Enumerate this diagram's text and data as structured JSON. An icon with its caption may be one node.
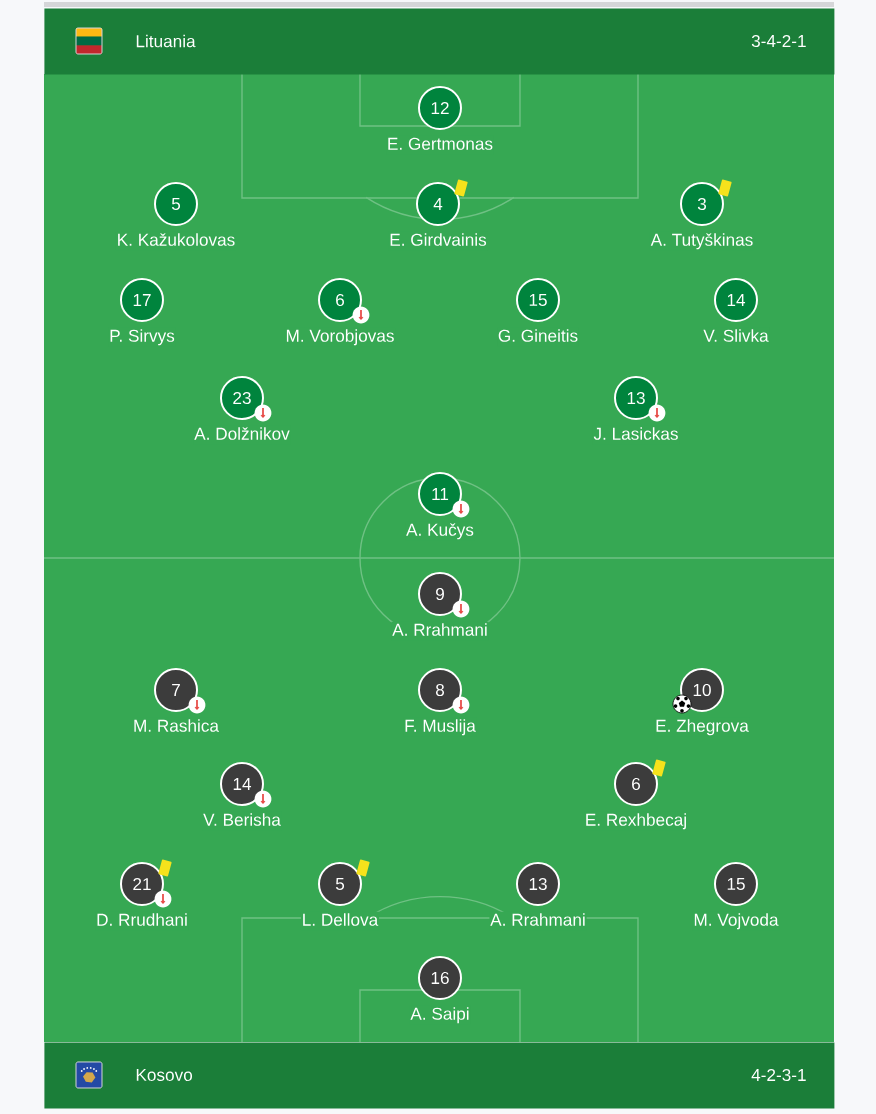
{
  "diagram": {
    "nodes": [
      {
        "text": [
          "Lituania",
          "3-4-2-1"
        ]
      },
      {
        "text": [
          "12"
        ],
        "beside": [
          "E. Gertmonas"
        ]
      },
      {
        "text": [
          "5"
        ],
        "beside": [
          "K. Kažukolovas"
        ]
      },
      {
        "text": [
          "4"
        ],
        "beside": [
          "E. Girdvainis"
        ]
      },
      {
        "text": [
          "3"
        ],
        "beside": [
          "A. Tutyškinas"
        ]
      },
      {
        "text": [
          "17"
        ],
        "beside": [
          "P. Sirvys"
        ]
      },
      {
        "text": [
          "6"
        ],
        "beside": [
          "M. Vorobjovas"
        ]
      },
      {
        "text": [
          "15"
        ],
        "beside": [
          "G. Gineitis"
        ]
      },
      {
        "text": [
          "14"
        ],
        "beside": [
          "V. Slivka"
        ]
      },
      {
        "text": [
          "23"
        ],
        "beside": [
          "A. Dolžnikov"
        ]
      },
      {
        "text": [
          "13"
        ],
        "beside": [
          "J. Lasickas"
        ]
      },
      {
        "text": [
          "11"
        ],
        "beside": [
          "A. Kučys"
        ]
      },
      {
        "text": [
          "9"
        ],
        "beside": [
          "A. Rrahmani"
        ]
      },
      {
        "text": [
          "7"
        ],
        "beside": [
          "M. Rashica"
        ]
      },
      {
        "text": [
          "8"
        ],
        "beside": [
          "F. Muslija"
        ]
      },
      {
        "text": [
          "10"
        ],
        "beside": [
          "E. Zhegrova"
        ]
      },
      {
        "text": [
          "14"
        ],
        "beside": [
          "V. Berisha"
        ]
      },
      {
        "text": [
          "6"
        ],
        "beside": [
          "E. Rexhbecaj"
        ]
      },
      {
        "text": [
          "21"
        ],
        "beside": [
          "D. Rrudhani"
        ]
      },
      {
        "text": [
          "5"
        ],
        "beside": [
          "L. Dellova"
        ]
      },
      {
        "text": [
          "13"
        ],
        "beside": [
          "A. Rrahmani"
        ]
      },
      {
        "text": [
          "15"
        ],
        "beside": [
          "M. Vojvoda"
        ]
      },
      {
        "text": [
          "16"
        ],
        "beside": [
          "A. Saipi"
        ]
      },
      {
        "text": [
          "Kosovo",
          "4-2-3-1"
        ]
      }
    ]
  }
}
